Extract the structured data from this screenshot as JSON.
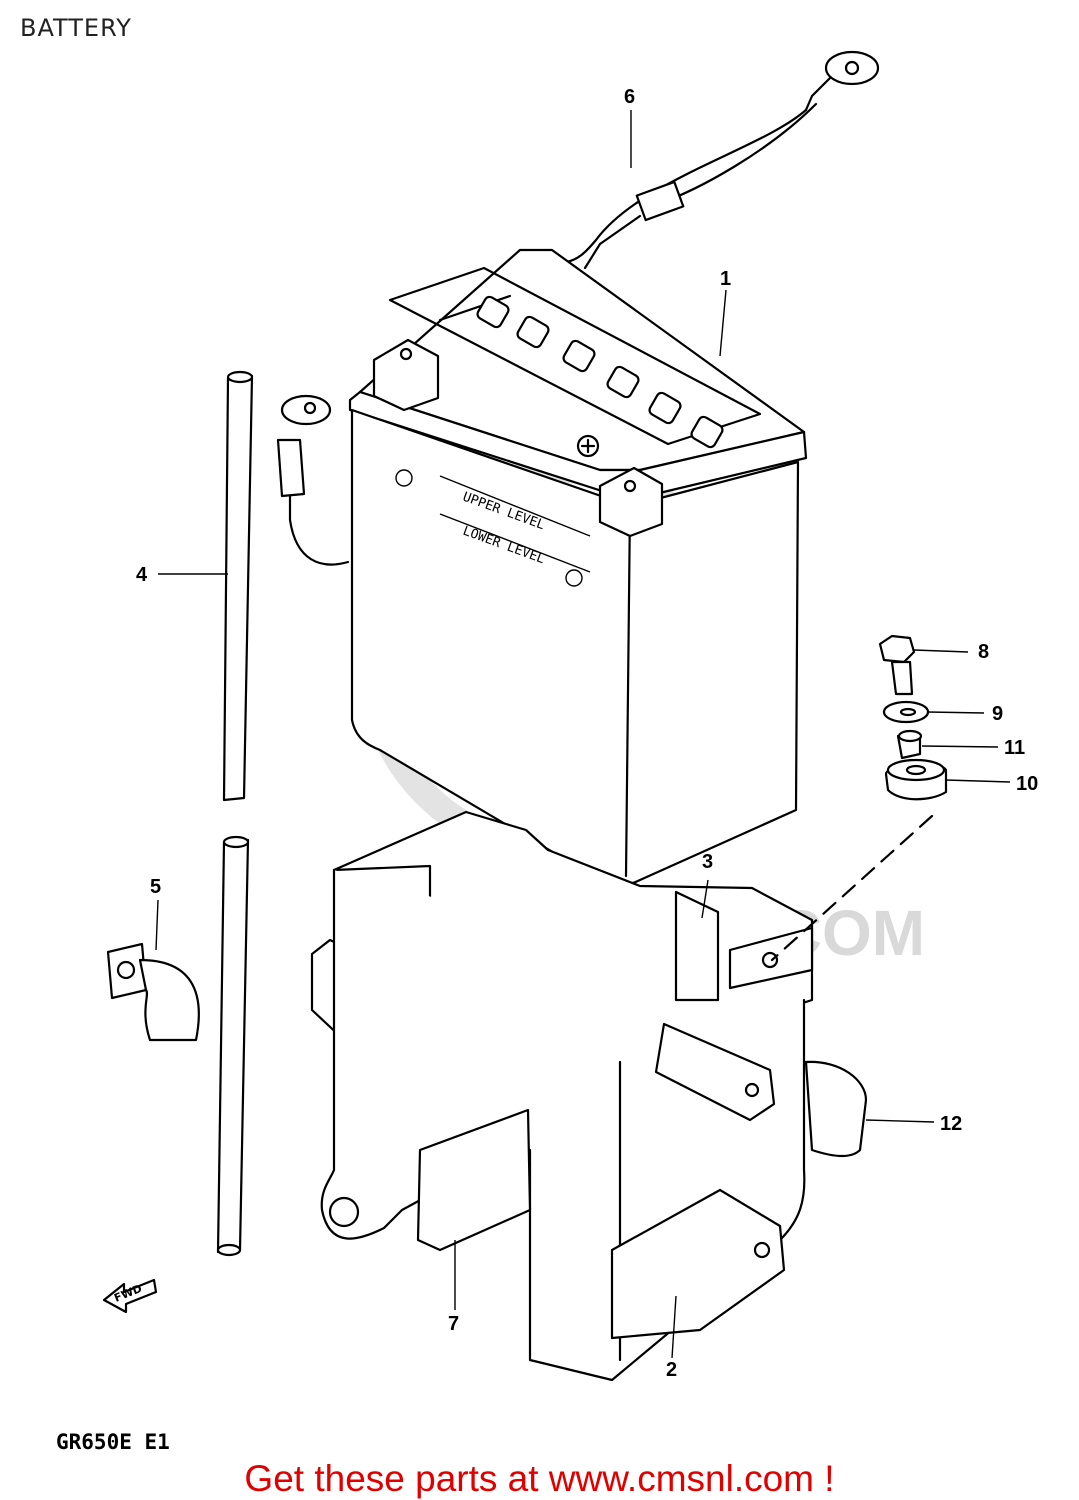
{
  "header": {
    "title": "BATTERY"
  },
  "diagram": {
    "battery_labels": {
      "upper": "UPPER LEVEL",
      "lower": "LOWER LEVEL"
    },
    "fwd_label": "FWD",
    "watermark": "WWW.CMSNL.COM",
    "callouts": [
      {
        "id": "1",
        "text": "1"
      },
      {
        "id": "2",
        "text": "2"
      },
      {
        "id": "3",
        "text": "3"
      },
      {
        "id": "4",
        "text": "4"
      },
      {
        "id": "5",
        "text": "5"
      },
      {
        "id": "6",
        "text": "6"
      },
      {
        "id": "7",
        "text": "7"
      },
      {
        "id": "8",
        "text": "8"
      },
      {
        "id": "9",
        "text": "9"
      },
      {
        "id": "10",
        "text": "10"
      },
      {
        "id": "11",
        "text": "11"
      },
      {
        "id": "12",
        "text": "12"
      }
    ]
  },
  "model_code": "GR650E E1",
  "footer": {
    "text": "Get these parts at www.cmsnl.com !"
  }
}
